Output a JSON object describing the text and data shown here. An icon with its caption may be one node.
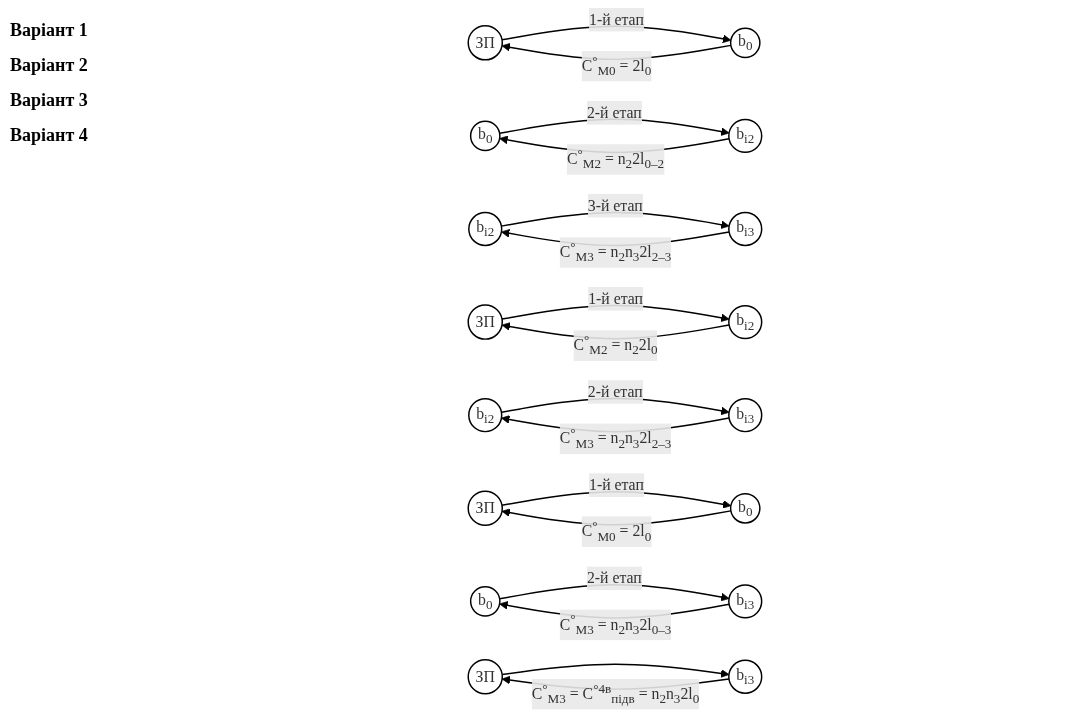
{
  "diagram": {
    "nodes": [
      {
        "text": [
          "ЗП"
        ]
      },
      {
        "text": [
          "b$_{0}$"
        ]
      },
      {
        "text": [
          "b$_{0}$"
        ]
      },
      {
        "text": [
          "b$_{i2}$"
        ]
      },
      {
        "text": [
          "b$_{i2}$"
        ]
      },
      {
        "text": [
          "b$_{i3}$"
        ]
      },
      {
        "text": [
          "ЗП"
        ]
      },
      {
        "text": [
          "b$_{i2}$"
        ]
      },
      {
        "text": [
          "b$_{i2}$"
        ]
      },
      {
        "text": [
          "b$_{i3}$"
        ]
      },
      {
        "text": [
          "ЗП"
        ]
      },
      {
        "text": [
          "b$_{0}$"
        ]
      },
      {
        "text": [
          "b$_{0}$"
        ]
      },
      {
        "text": [
          "b$_{i3}$"
        ]
      },
      {
        "text": [
          "ЗП"
        ]
      },
      {
        "text": [
          "b$_{i3}$"
        ]
      }
    ],
    "edges": [
      {
        "from": 0,
        "to": 1,
        "arrow": "to",
        "label": "1-й етап"
      },
      {
        "from": 1,
        "to": 0,
        "arrow": "to",
        "label": "C$^{°}$$_{M0}$ = 2l$_{0}$"
      },
      {
        "from": 2,
        "to": 3,
        "arrow": "to",
        "label": "2-й етап"
      },
      {
        "from": 3,
        "to": 2,
        "arrow": "to",
        "label": "C$^{°}$$_{M2}$ = n$_{2}$2l$_{0–2}$"
      },
      {
        "from": 4,
        "to": 5,
        "arrow": "to",
        "label": "3-й етап"
      },
      {
        "from": 5,
        "to": 4,
        "arrow": "to",
        "label": "C$^{°}$$_{M3}$ = n$_{2}$n$_{3}$2l$_{2–3}$"
      },
      {
        "from": 6,
        "to": 7,
        "arrow": "to",
        "label": "1-й етап"
      },
      {
        "from": 7,
        "to": 6,
        "arrow": "to",
        "label": "C$^{°}$$_{M2}$ = n$_{2}$2l$_{0}$"
      },
      {
        "from": 8,
        "to": 9,
        "arrow": "to",
        "label": "2-й етап"
      },
      {
        "from": 9,
        "to": 8,
        "arrow": "to",
        "label": "C$^{°}$$_{M3}$ = n$_{2}$n$_{3}$2l$_{2–3}$"
      },
      {
        "from": 10,
        "to": 11,
        "arrow": "to",
        "label": "1-й етап"
      },
      {
        "from": 11,
        "to": 10,
        "arrow": "to",
        "label": "C$^{°}$$_{M0}$ = 2l$_{0}$"
      },
      {
        "from": 12,
        "to": 13,
        "arrow": "to",
        "label": "2-й етап"
      },
      {
        "from": 13,
        "to": 12,
        "arrow": "to",
        "label": "C$^{°}$$_{M3}$ = n$_{2}$n$_{3}$2l$_{0–3}$"
      },
      {
        "from": 14,
        "to": 15,
        "arrow": "to"
      },
      {
        "from": 15,
        "to": 14,
        "arrow": "to",
        "label": "C$^{°}$$_{M3}$ = C$^{°4в}$$_{підв}$ = n$_{2}$n$_{3}$2l$_{0}$"
      }
    ],
    "labels": [
      "Варіант 1",
      "Варіант 2",
      "Варіант 3",
      "Варіант 4"
    ]
  }
}
